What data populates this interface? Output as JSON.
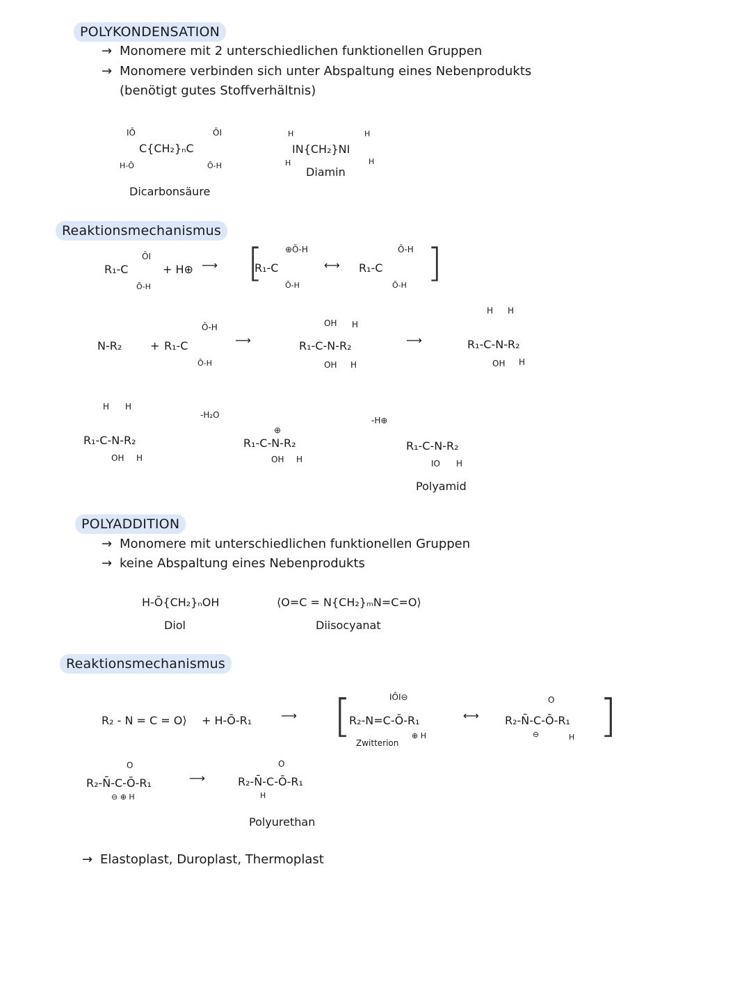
{
  "polykondensation": {
    "title": "POLYKONDENSATION",
    "bullets": [
      "Monomere mit 2 unterschiedlichen funktionellen Gruppen",
      "Monomere verbinden sich unter Abspaltung eines Nebenprodukts"
    ],
    "bullet_note": "(benötigt gutes Stoffverhältnis)",
    "monomer1": {
      "formula": "C{CH₂}ₙC",
      "atoms": [
        "IŌ",
        "ŌI",
        "H-Ō",
        "Ō-H"
      ],
      "label": "Dicarbonsäure"
    },
    "monomer2": {
      "formula": "IN{CH₂}NI",
      "atoms": [
        "H",
        "H",
        "H",
        "H"
      ],
      "label": "Diamin"
    },
    "mechanism_label": "Reaktionsmechanismus",
    "step1": {
      "r1c": "R₁-C",
      "plus_hplus": "+ H⊕",
      "r1c_b": "R₁-C",
      "r1c_c": "R₁-C",
      "o": "ŌI",
      "oh": "Ō-H",
      "oplus_h": "⊕Ō-H",
      "o_h": "Ō-H"
    },
    "step2": {
      "amine": "N-R₂",
      "plus": "+",
      "r1c": "R₁-C",
      "intermediate": "R₁-C-N-R₂",
      "oh_top": "OH",
      "oh_bot": "OH",
      "h": "H",
      "product": "R₁-C-N-R₂"
    },
    "step3": {
      "left": "R₁-C-N-R₂",
      "minus_h2o": "-H₂O",
      "middle": "R₁-C-N-R₂",
      "minus_hplus": "-H⊕",
      "right": "R₁-C-N-R₂",
      "oh": "OH",
      "h": "H",
      "o": "IO",
      "plus": "⊕",
      "product_label": "Polyamid"
    }
  },
  "polyaddition": {
    "title": "POLYADDITION",
    "bullets": [
      "Monomere mit unterschiedlichen funktionellen Gruppen",
      "keine Abspaltung eines Nebenprodukts"
    ],
    "monomer1": {
      "formula": "H-Ō{CH₂}ₙOH",
      "label": "Diol"
    },
    "monomer2": {
      "formula": "⟨O=C = N{CH₂}ₘN=C=O⟩",
      "label": "Diisocyanat"
    },
    "mechanism_label": "Reaktionsmechanismus",
    "step1": {
      "isocyanate": "R₂ - N = C = O⟩",
      "alcohol": "+ H-Ō-R₁",
      "zw1": "R₂-N=C-Ō-R₁",
      "zw1_top": "IŌI⊖",
      "zw1_bot": "⊕ H",
      "zw_label": "Zwitterion",
      "zw2": "R₂-N̄-C-Ō-R₁",
      "zw2_top": "O",
      "zw2_bot": "⊖",
      "zw2_h": "H"
    },
    "step2": {
      "left": "R₂-N̄-C-Ō-R₁",
      "left_top": "O",
      "left_sub": "⊖   ⊕ H",
      "right": "R₂-N̄-C-Ō-R₁",
      "right_top": "O",
      "right_h": "H",
      "product_label": "Polyurethan"
    },
    "footer": "Elastoplast, Duroplast, Thermoplast"
  },
  "icons": {
    "bullet_arrow": "→",
    "resonance": "⟷",
    "reaction": "⟶"
  }
}
